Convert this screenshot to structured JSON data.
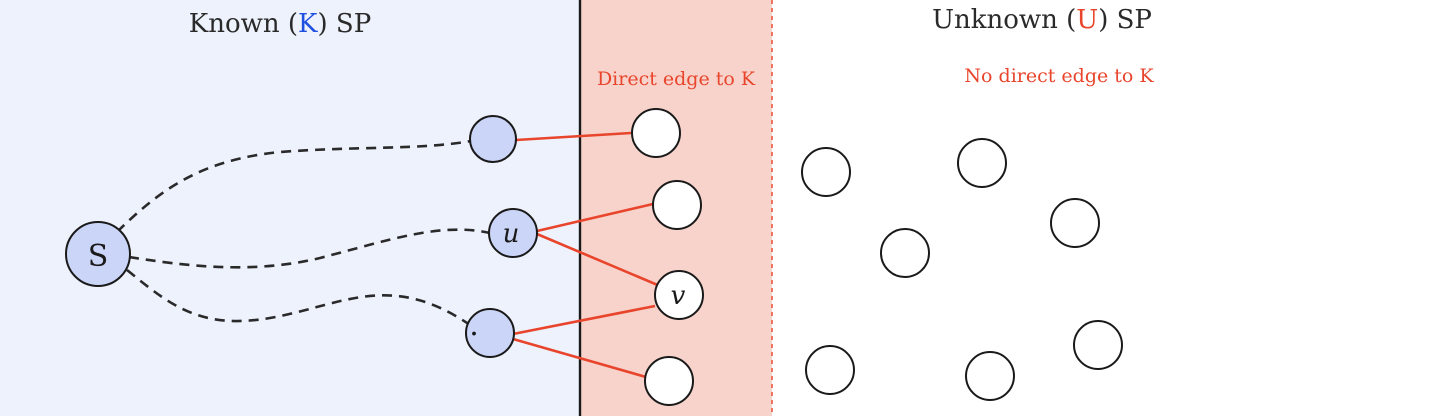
{
  "known": {
    "title_prefix": "Known (",
    "title_letter": "K",
    "title_suffix": ") SP",
    "fill_color": "#eef2fd"
  },
  "frontier": {
    "label": "Direct edge to K",
    "fill_color": "#f7d3cb",
    "text_color": "#e8452c"
  },
  "unknown": {
    "title_prefix": "Unknown (",
    "title_letter": "U",
    "title_suffix": ") SP",
    "subtitle": "No direct edge to K",
    "text_color": "#e8452c"
  },
  "colors": {
    "known_letter": "#1f4fe0",
    "unknown_letter": "#e8452c",
    "known_node": "#cbd5f7",
    "edge_red": "#e8452c"
  },
  "nodes": {
    "source": "S",
    "u": "u",
    "v": "v",
    "dot": "."
  }
}
